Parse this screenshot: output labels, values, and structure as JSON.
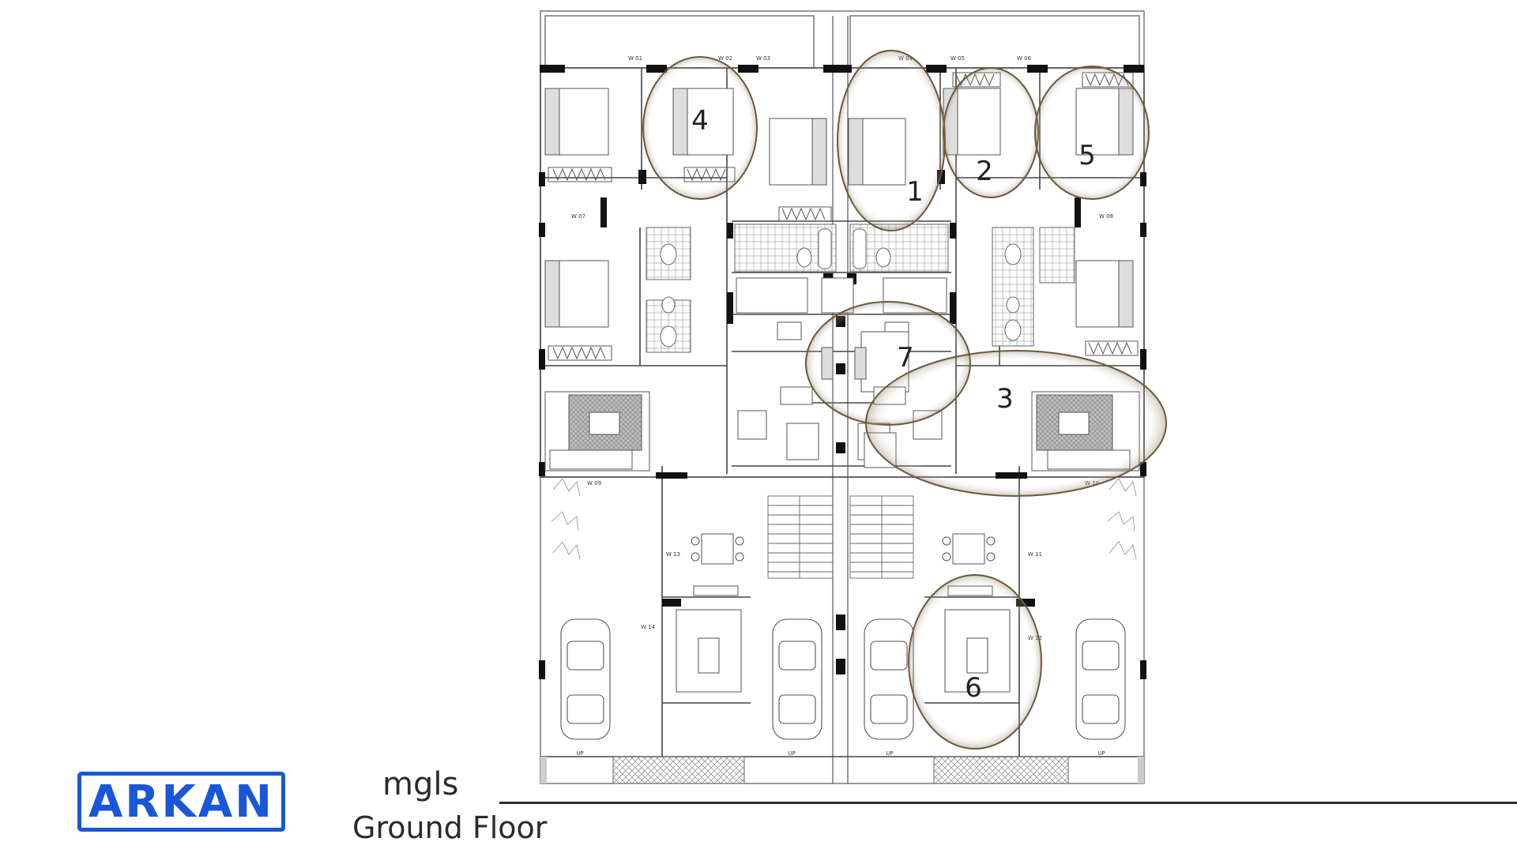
{
  "logo": {
    "text": "ARKAN",
    "color": "#1a57d6"
  },
  "caption": {
    "project": "mgls",
    "floor": "Ground Floor"
  },
  "windows": [
    {
      "w": "W",
      "n": "01"
    },
    {
      "w": "W",
      "n": "02"
    },
    {
      "w": "W",
      "n": "03"
    },
    {
      "w": "W",
      "n": "04"
    },
    {
      "w": "W",
      "n": "05"
    },
    {
      "w": "W",
      "n": "06"
    },
    {
      "w": "W",
      "n": "07"
    },
    {
      "w": "W",
      "n": "08"
    },
    {
      "w": "W",
      "n": "09"
    },
    {
      "w": "W",
      "n": "10"
    },
    {
      "w": "W",
      "n": "11"
    },
    {
      "w": "W",
      "n": "12"
    },
    {
      "w": "W",
      "n": "13"
    },
    {
      "w": "W",
      "n": "14"
    }
  ],
  "stairs": [
    "UP",
    "UP",
    "UP",
    "UP"
  ],
  "highlights": [
    "1",
    "2",
    "3",
    "4",
    "5",
    "6",
    "7"
  ]
}
